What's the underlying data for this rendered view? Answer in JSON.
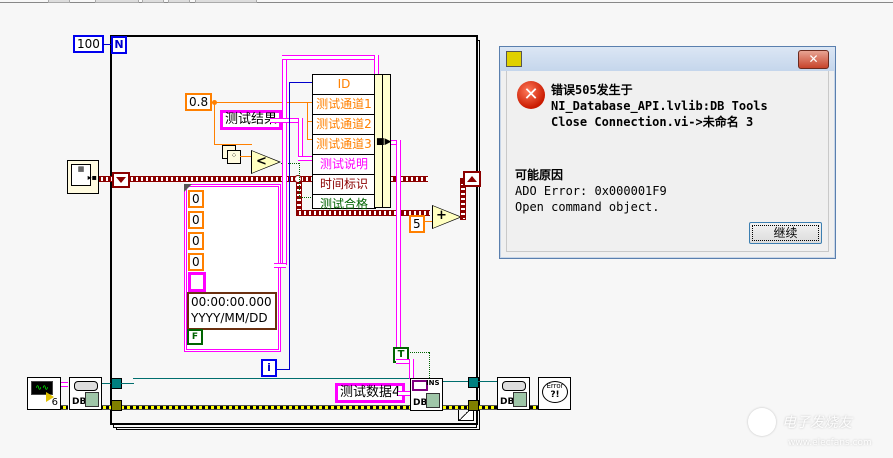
{
  "diagram": {
    "loop_count": "100",
    "loop_count_terminal": "N",
    "iteration_terminal": "i",
    "threshold_constant": "0.8",
    "test_result_constant": "测试结果",
    "increment_constant": "5",
    "compare_operator": "<",
    "add_operator": "+",
    "bundle_fields": [
      {
        "label": "ID",
        "color": "#ff8000"
      },
      {
        "label": "测试通道1",
        "color": "#ff8000"
      },
      {
        "label": "测试通道2",
        "color": "#ff8000"
      },
      {
        "label": "测试通道3",
        "color": "#ff8000"
      },
      {
        "label": "测试说明",
        "color": "#ff00ff"
      },
      {
        "label": "时间标识",
        "color": "#8b0000"
      },
      {
        "label": "测试合格",
        "color": "#006400"
      }
    ],
    "cluster_constant": {
      "numeric_values": [
        "0",
        "0",
        "0",
        "0"
      ],
      "string_value": "",
      "timestamp_time": "00:00:00.000",
      "timestamp_date": "YYYY/MM/DD",
      "boolean_value": "F"
    },
    "table_name_constant": "测试数据4",
    "true_constant": "T",
    "insert_vi_label": "INS",
    "db_label": "DB",
    "open_vi_number": "6",
    "error_vi_label": "Error",
    "error_vi_glyph": "?!"
  },
  "dialog": {
    "title_icon": "labview-icon",
    "close_label": "✕",
    "error_line1": "错误505发生于",
    "error_line2": "NI_Database_API.lvlib:DB Tools",
    "error_line3": "Close Connection.vi->未命名 3",
    "possible_cause_heading": "可能原因",
    "cause_line1": "ADO Error: 0x000001F9",
    "cause_line2": "Open command object.",
    "continue_button": "继续"
  },
  "watermark": {
    "brand": "电子发烧友",
    "url": "www.elecfans.com"
  },
  "colors": {
    "integer_wire": "#0000cc",
    "double_wire": "#ff8000",
    "string_wire": "#ff00ff",
    "boolean_wire": "#006400",
    "cluster_wire": "#8b0000",
    "refnum_wire": "#006e6e",
    "error_wire": "#e0e000"
  }
}
